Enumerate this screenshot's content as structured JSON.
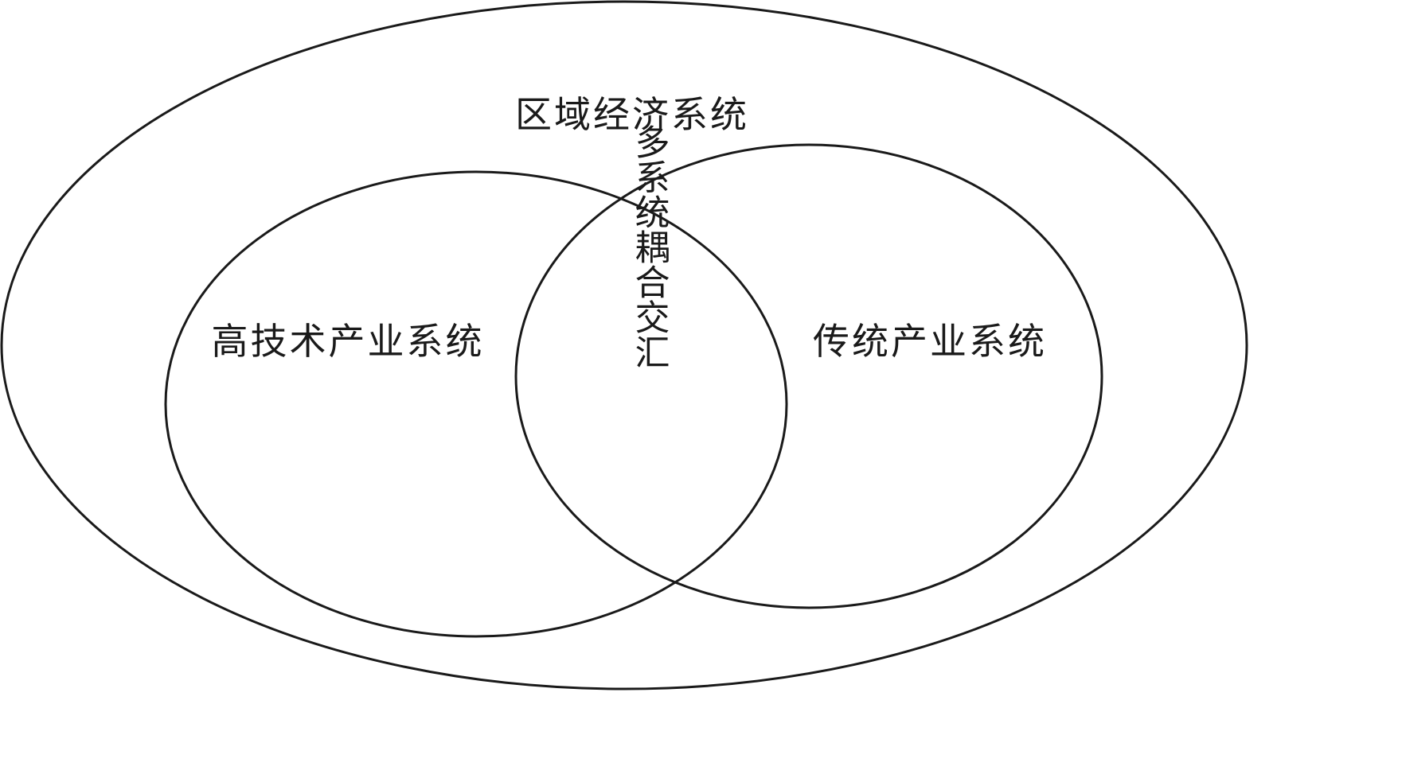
{
  "diagram": {
    "regional_system_label": "区域经济系统",
    "high_tech_system_label": "高技术产业系统",
    "traditional_system_label": "传统产业系统",
    "coupling_label": "多系统耦合交汇"
  }
}
